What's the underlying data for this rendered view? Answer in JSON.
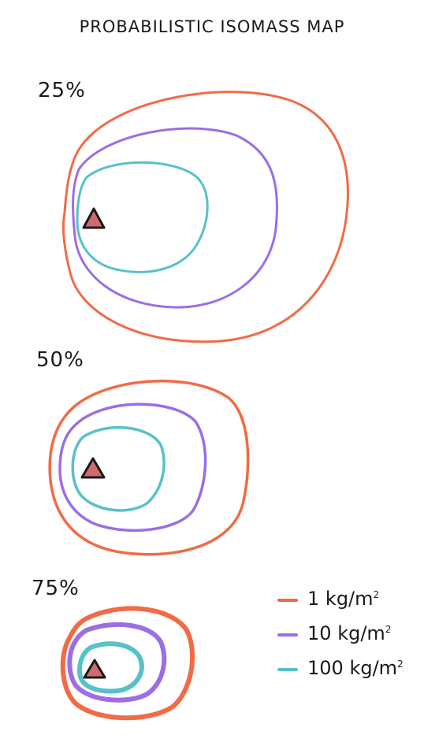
{
  "title": "Probabilistic isomass map",
  "panels": [
    {
      "label": "25%"
    },
    {
      "label": "50%"
    },
    {
      "label": "75%"
    }
  ],
  "legend": [
    {
      "value": "1",
      "unit": "kg/m",
      "exp": "2",
      "color": "#f26a46"
    },
    {
      "value": "10",
      "unit": "kg/m",
      "exp": "2",
      "color": "#9b6ee6"
    },
    {
      "value": "100",
      "unit": "kg/m",
      "exp": "2",
      "color": "#57c1c9"
    }
  ],
  "colors": {
    "contour_1": "#f26a46",
    "contour_10": "#9b6ee6",
    "contour_100": "#57c1c9",
    "vent_fill": "#d06a6e"
  }
}
